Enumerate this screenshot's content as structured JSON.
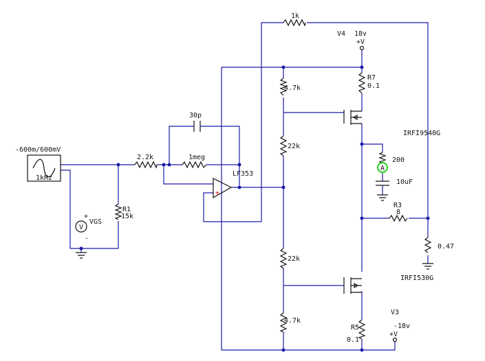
{
  "labels": {
    "src_amp": "-600m/600mV",
    "src_freq": "1kHz",
    "r_22k2": "2.2k",
    "c_30p": "30p",
    "r_1meg": "1meg",
    "r_1k_top": "1k",
    "opamp": "LF353",
    "r1_name": "R1",
    "r1_val": "15k",
    "vgs": "VGS",
    "meter_v": "V",
    "plus": "+",
    "minus": "-",
    "v4_name": "V4",
    "v4_val": "18v",
    "v4_sym": "+V",
    "r7_name": "R7",
    "r7_val": "0.1",
    "r_47k_top": "4.7k",
    "r_22k_top": "22k",
    "r_22k_bot": "22k",
    "r_47k_bot": "4.7k",
    "q_top": "IRFI9540G",
    "r_200": "200",
    "amm": "A",
    "c_10uf": "10uF",
    "r3_name": "R3",
    "r3_val": "8",
    "r_047": "0.47",
    "q_bot": "IRFI530G",
    "v3_name": "V3",
    "v3_val": "-18v",
    "v3_sym": "+V",
    "r5_name": "R5",
    "r5_val": "0.1"
  }
}
